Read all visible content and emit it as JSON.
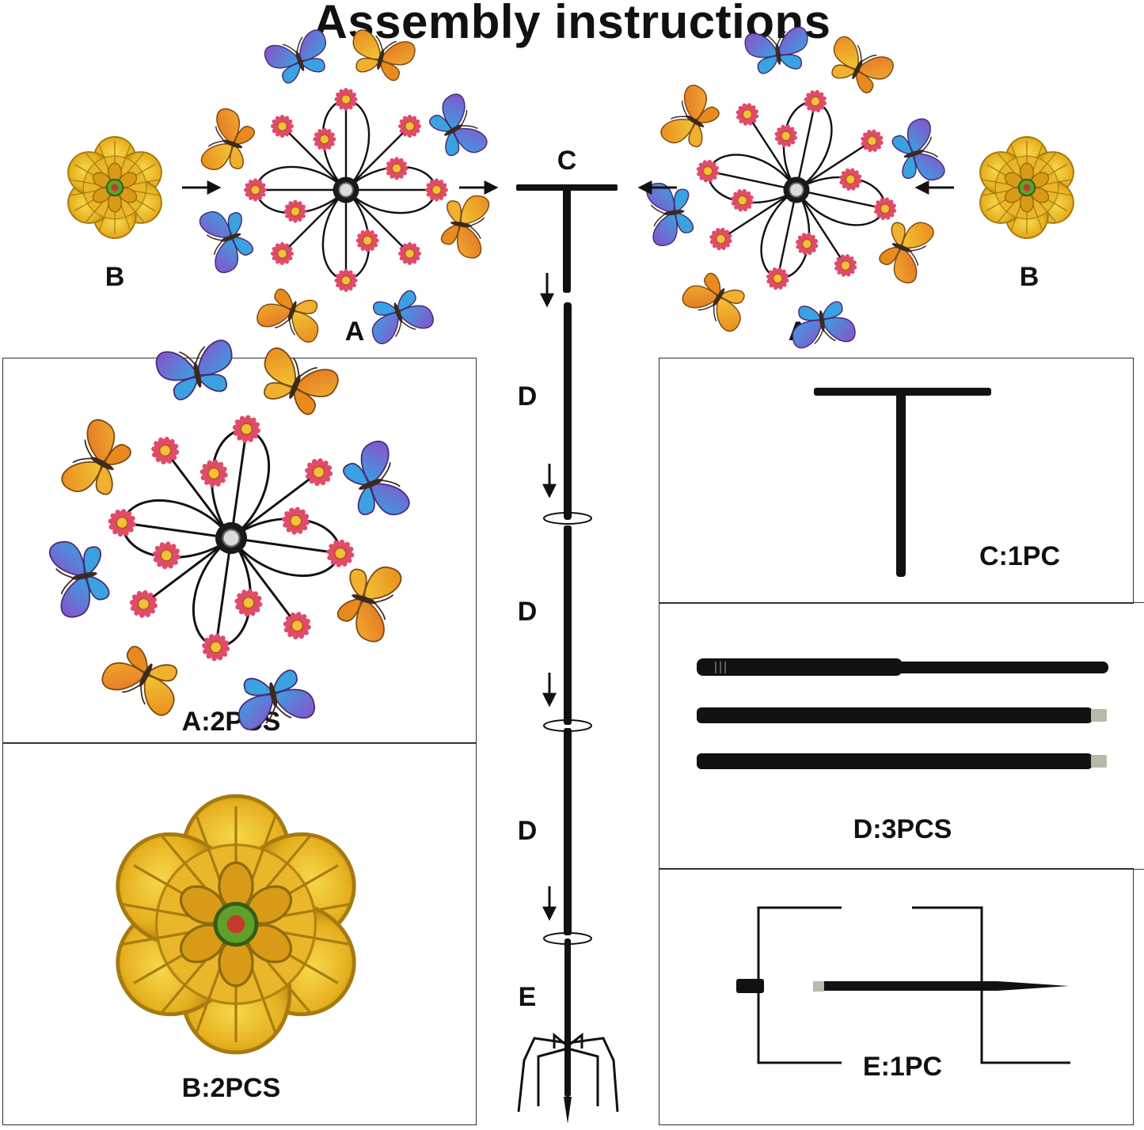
{
  "title": "Assembly instructions",
  "top_labels": {
    "b_left": "B",
    "a_left": "A",
    "c": "C",
    "a_right": "A",
    "b_right": "B"
  },
  "pole_labels": [
    "D",
    "D",
    "D",
    "E"
  ],
  "parts": {
    "a": "A:2PCS",
    "b": "B:2PCS",
    "c": "C:1PC",
    "d": "D:3PCS",
    "e": "E:1PC"
  },
  "colors": {
    "gold": "#e6b020",
    "gold_dark": "#b98a12",
    "purple": "#8a4fc9",
    "blue": "#3aa2e0",
    "orange": "#e98a1e",
    "pink": "#e04b6a",
    "metal": "#111111"
  }
}
